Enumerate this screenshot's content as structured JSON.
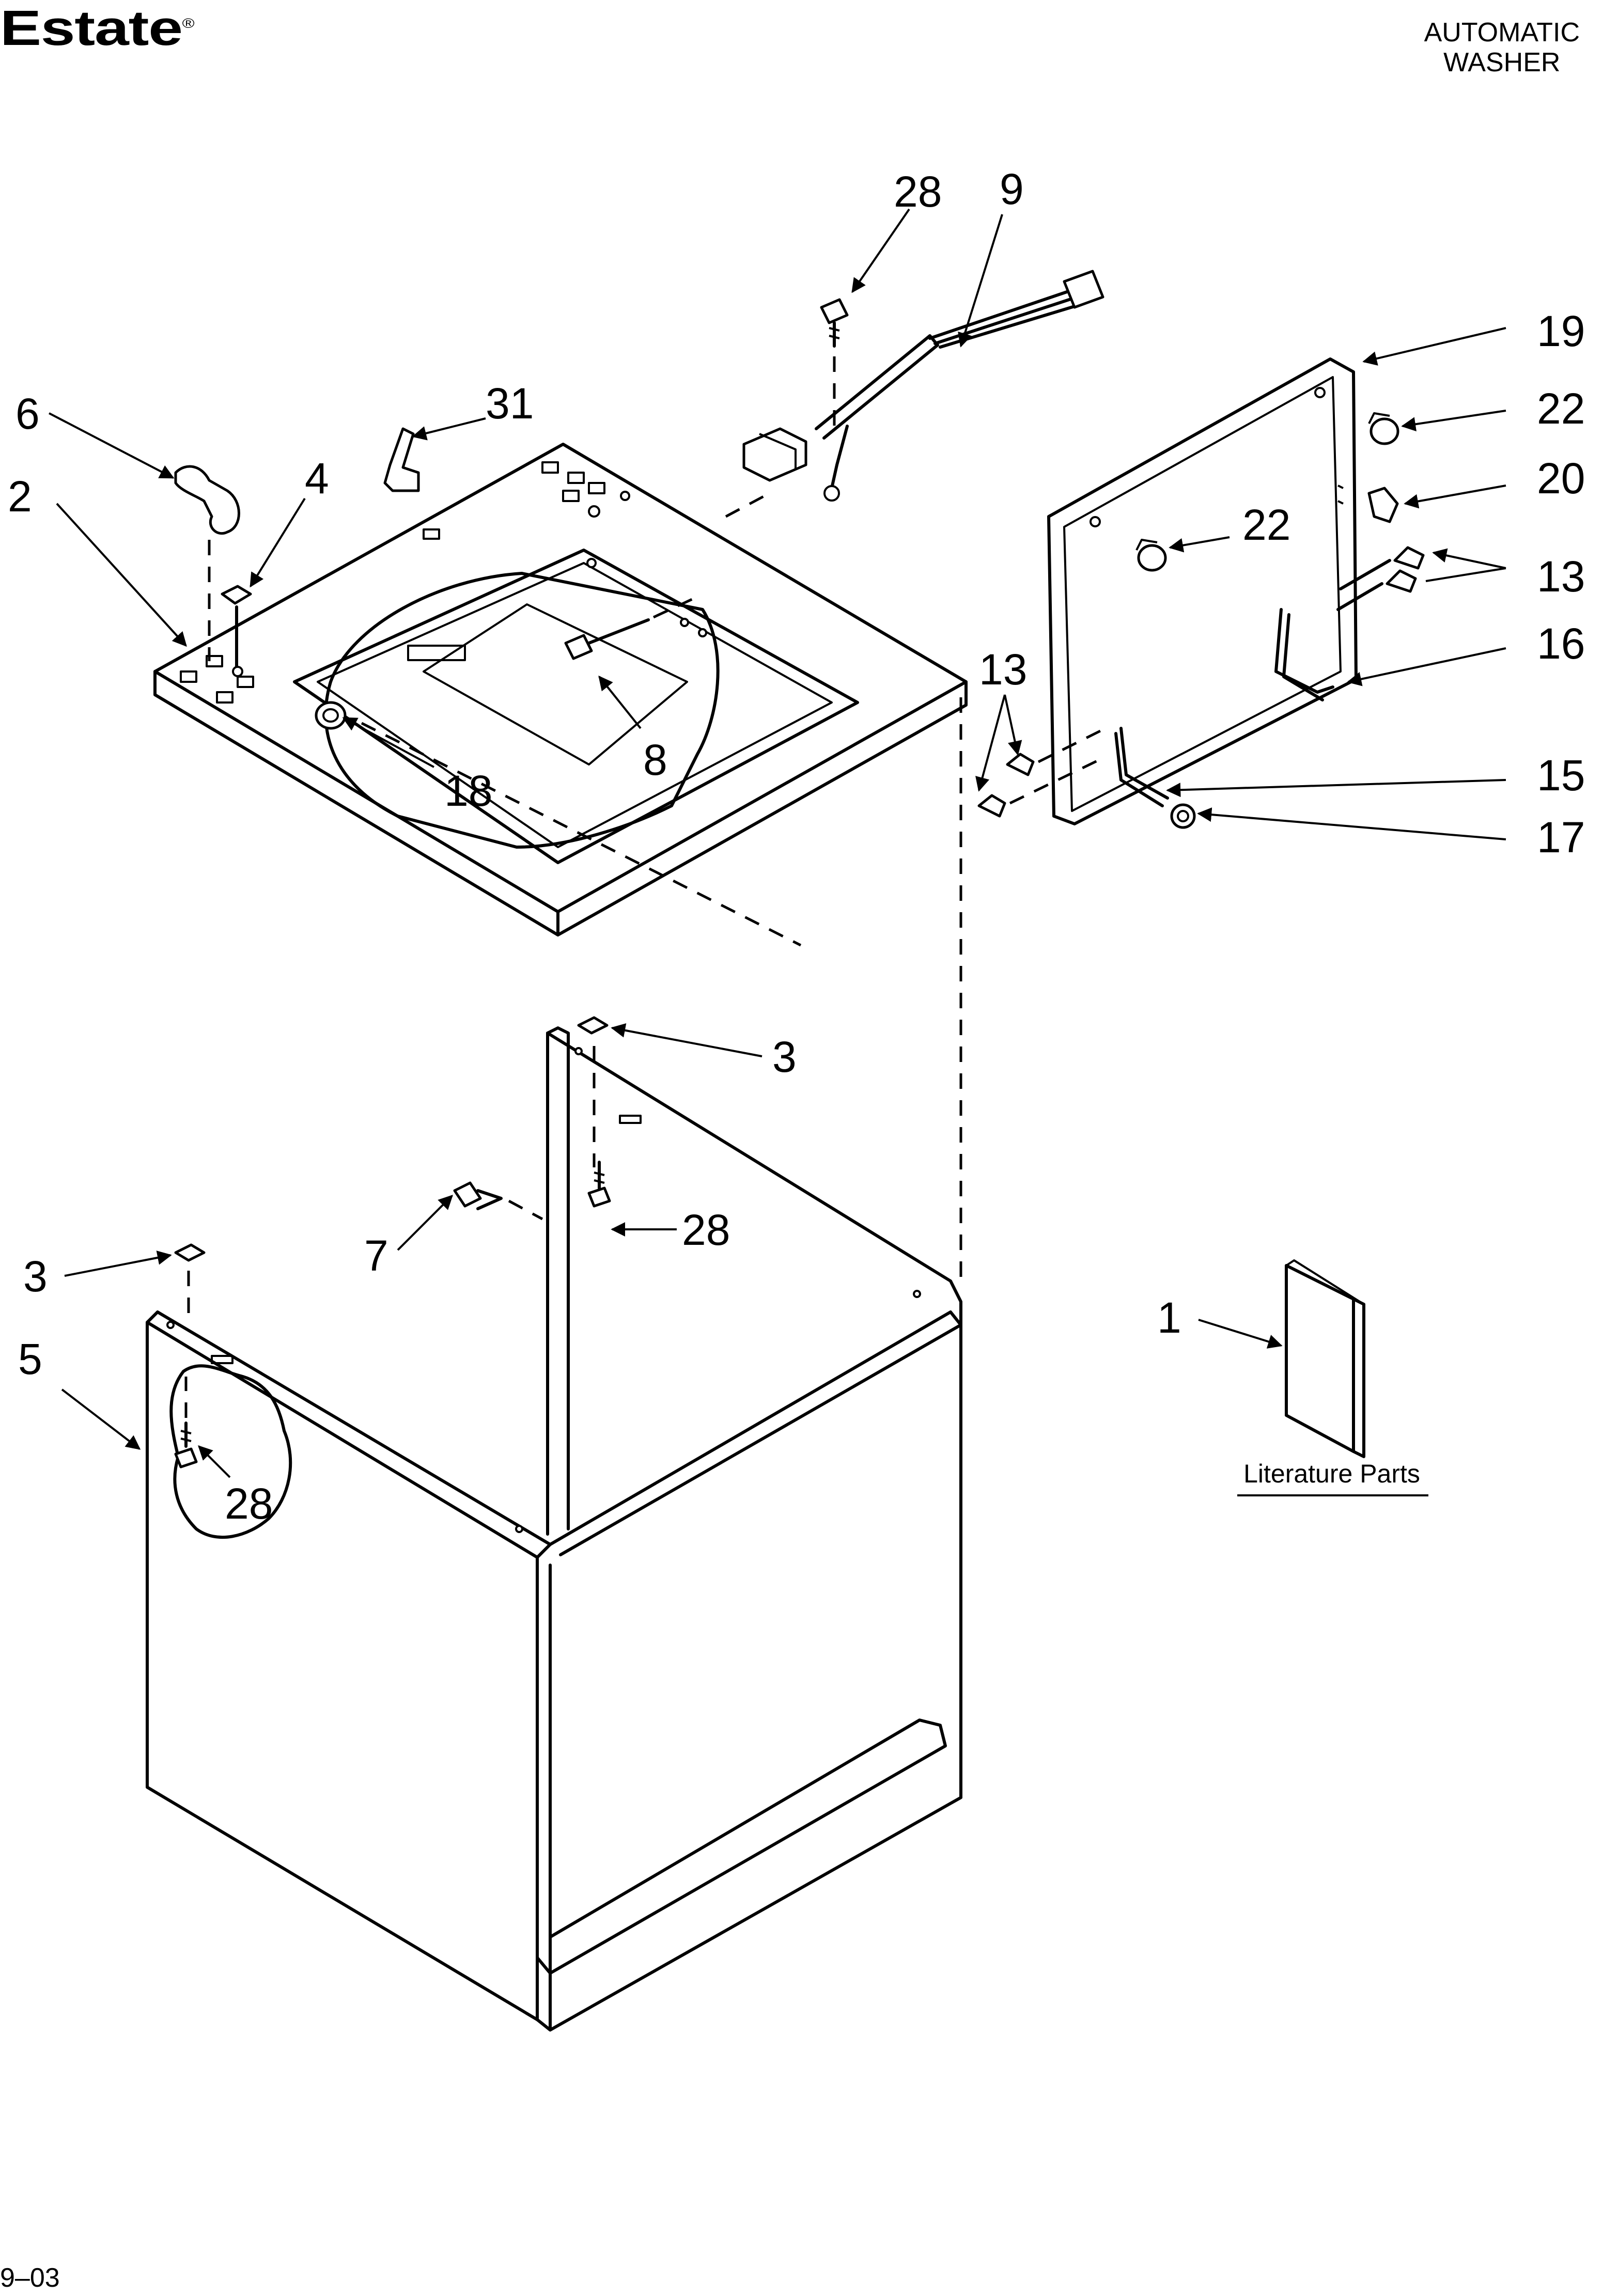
{
  "brand": {
    "name": "Estate",
    "mark": "®"
  },
  "header": {
    "line1": "AUTOMATIC",
    "line2": "WASHER"
  },
  "footer": {
    "code": "9–03"
  },
  "literature": {
    "label": "Literature Parts"
  },
  "callouts": {
    "c1": "1",
    "c2": "2",
    "c3a": "3",
    "c3b": "3",
    "c4": "4",
    "c5": "5",
    "c6": "6",
    "c7": "7",
    "c8": "8",
    "c9": "9",
    "c13a": "13",
    "c13b": "13",
    "c15": "15",
    "c16": "16",
    "c17": "17",
    "c18": "18",
    "c19": "19",
    "c20": "20",
    "c22a": "22",
    "c22b": "22",
    "c28a": "28",
    "c28b": "28",
    "c28c": "28",
    "c31": "31"
  }
}
